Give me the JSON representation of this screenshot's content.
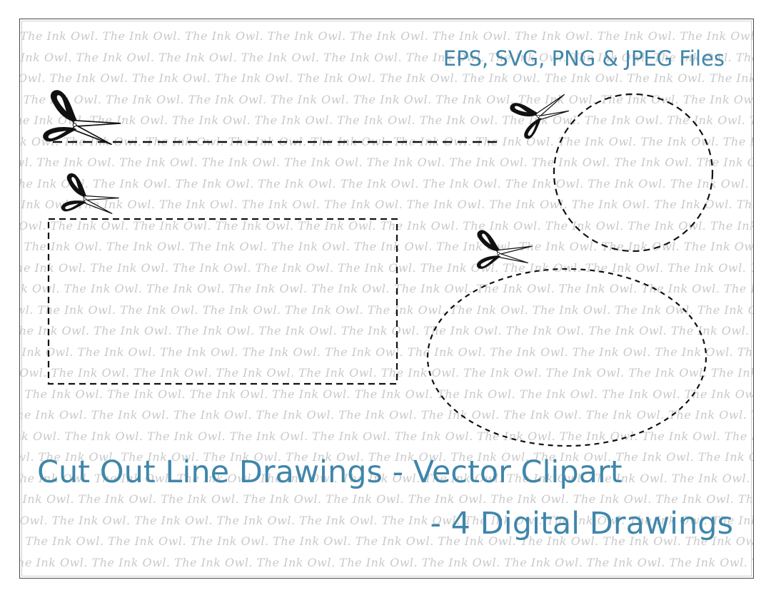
{
  "watermark_text": "The Ink Owl.",
  "formats_label": "EPS, SVG, PNG & JPEG Files",
  "title_line1": "Cut Out Line Drawings - Vector Clipart",
  "title_line2": "- 4 Digital Drawings",
  "colors": {
    "accent_text": "#3f86aa",
    "watermark": "#c9c9c9",
    "dashed_line": "#111111"
  },
  "icons": [
    "scissors-icon"
  ]
}
